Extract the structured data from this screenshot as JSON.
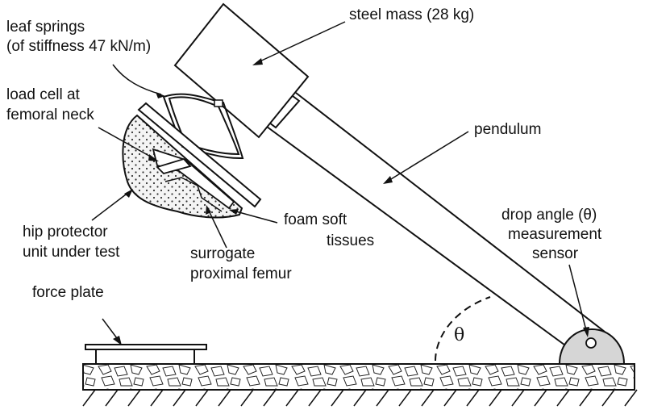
{
  "labels": {
    "steel_mass": "steel mass (28 kg)",
    "leaf_springs_line1": "leaf springs",
    "leaf_springs_line2": "(of stiffness 47 kN/m)",
    "load_cell_line1": "load cell at",
    "load_cell_line2": "femoral neck",
    "pendulum": "pendulum",
    "hip_protector_line1": "hip protector",
    "hip_protector_line2": "unit under test",
    "foam_line1": "foam soft",
    "foam_line2": "tissues",
    "femur_line1": "surrogate",
    "femur_line2": "proximal femur",
    "sensor_line1": "drop angle (θ)",
    "sensor_line2": "measurement",
    "sensor_line3": "sensor",
    "force_plate": "force plate",
    "angle": "θ"
  },
  "colors": {
    "ink": "#111111",
    "sensor_fill": "#d6d6d6",
    "foam_fill": "#eeeeee"
  }
}
